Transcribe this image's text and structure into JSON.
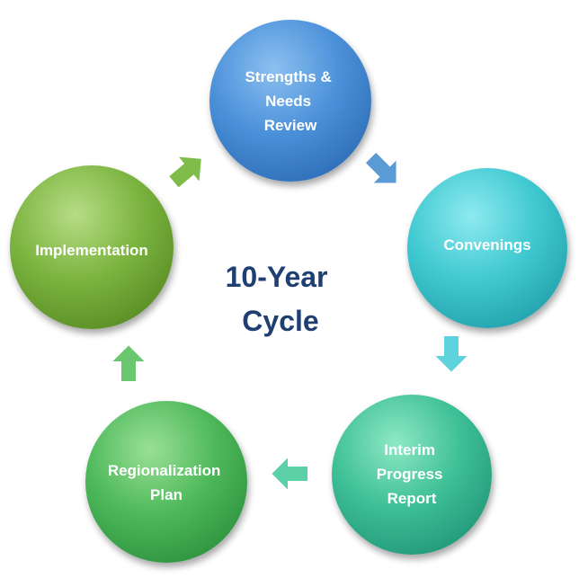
{
  "center": {
    "line1": "10-Year",
    "line2": "Cycle"
  },
  "nodes": [
    {
      "id": "strengths",
      "lines": [
        "Strengths &",
        "Needs",
        "Review"
      ],
      "color": "#4a90d9"
    },
    {
      "id": "convenings",
      "lines": [
        "Convenings"
      ],
      "color": "#3fc4cc"
    },
    {
      "id": "interim",
      "lines": [
        "Interim",
        "Progress",
        "Report"
      ],
      "color": "#3dbf95"
    },
    {
      "id": "regionalization",
      "lines": [
        "Regionalization",
        "Plan"
      ],
      "color": "#4db85a"
    },
    {
      "id": "implementation",
      "lines": [
        "Implementation"
      ],
      "color": "#7ab33e"
    }
  ],
  "arrow_colors": {
    "strengths_to_convenings": "#5b9bd5",
    "convenings_to_interim": "#5fd3dd",
    "interim_to_regionalization": "#5cd0a6",
    "regionalization_to_implementation": "#69c86d",
    "implementation_to_strengths": "#80bc4a"
  }
}
